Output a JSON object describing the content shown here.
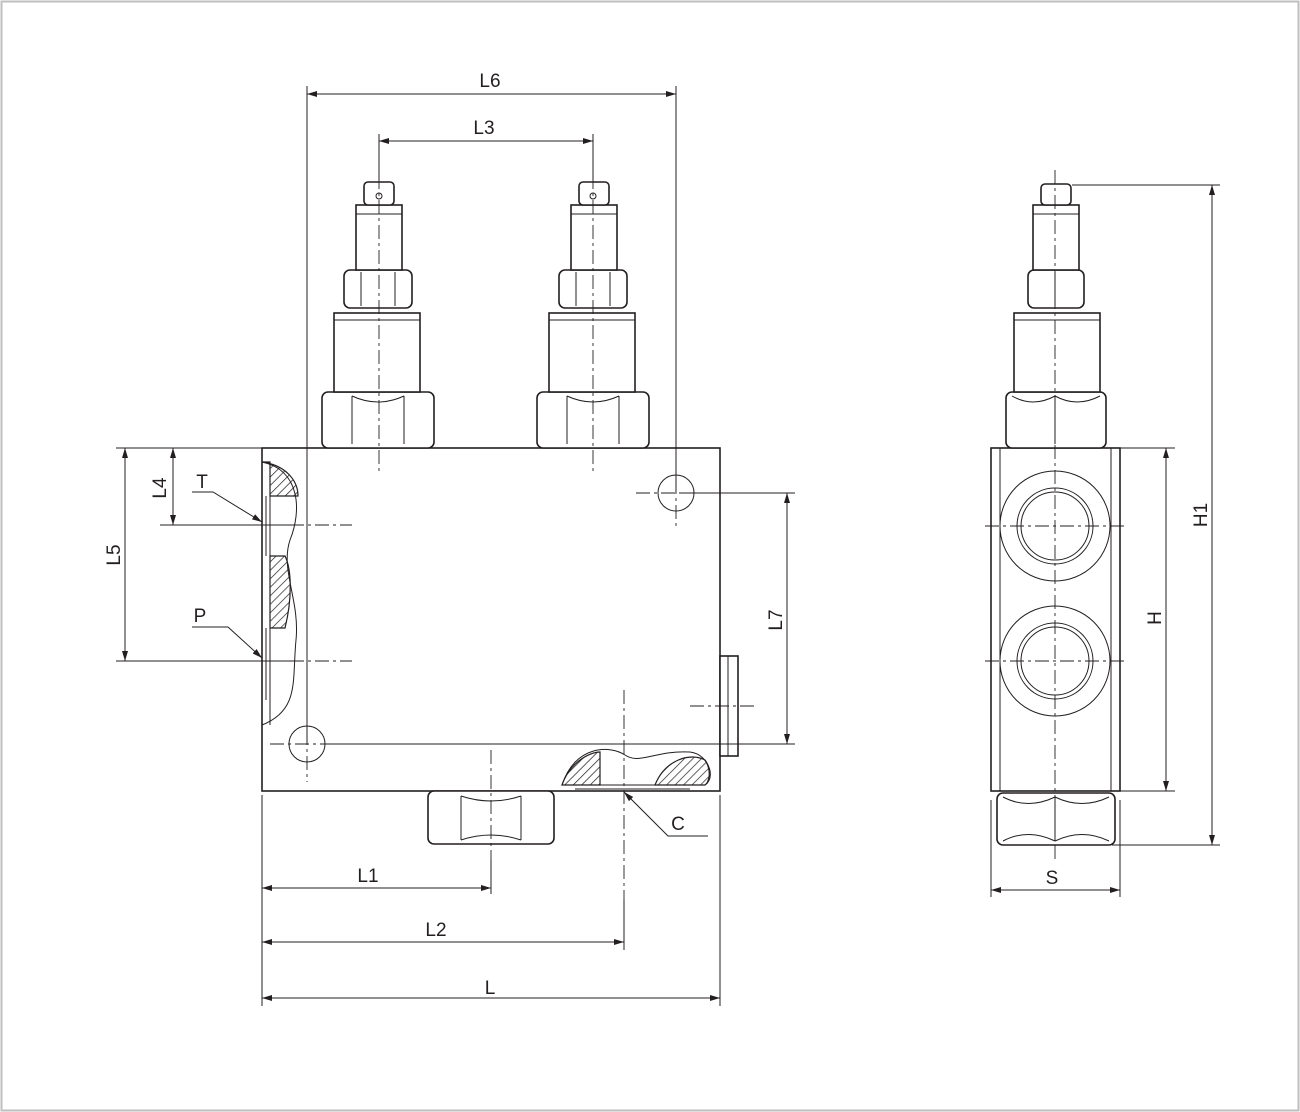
{
  "drawing": {
    "border_color": "#bfbfbf",
    "line_color": "#231f20",
    "labels": {
      "L": "L",
      "L1": "L1",
      "L2": "L2",
      "L3": "L3",
      "L4": "L4",
      "L5": "L5",
      "L6": "L6",
      "L7": "L7",
      "H": "H",
      "H1": "H1",
      "S": "S",
      "T": "T",
      "P": "P",
      "C": "C"
    }
  }
}
